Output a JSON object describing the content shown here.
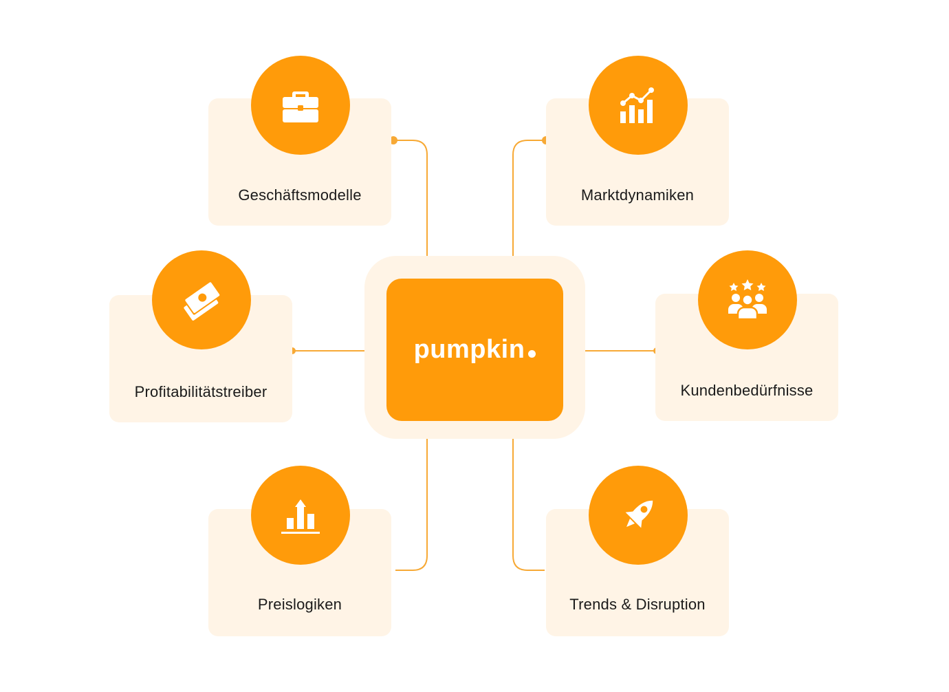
{
  "colors": {
    "accent": "#ff9b0a",
    "card_background": "#fff4e6",
    "connector": "#f7a935",
    "text": "#1a1a1a"
  },
  "center": {
    "brand": "pumpkin",
    "brand_dot": "."
  },
  "topics": [
    {
      "label": "Geschäftsmodelle",
      "icon": "briefcase-icon"
    },
    {
      "label": "Marktdynamiken",
      "icon": "growth-chart-icon"
    },
    {
      "label": "Profitabilitätstreiber",
      "icon": "money-bills-icon"
    },
    {
      "label": "Kundenbedürfnisse",
      "icon": "customer-group-rating-icon"
    },
    {
      "label": "Preislogiken",
      "icon": "pricing-bar-chart-icon"
    },
    {
      "label": "Trends & Disruption",
      "icon": "rocket-icon"
    }
  ]
}
